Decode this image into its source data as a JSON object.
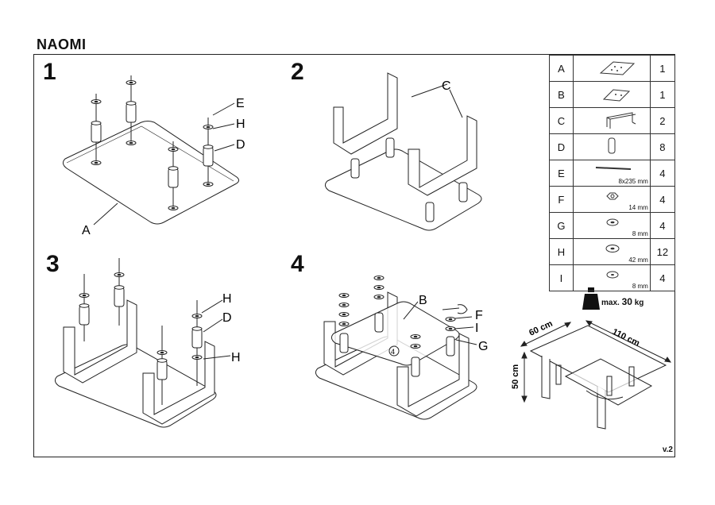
{
  "title": "NAOMI",
  "version": "v.2",
  "steps": [
    "1",
    "2",
    "3",
    "4"
  ],
  "step_labels": {
    "s1": [
      "E",
      "H",
      "D",
      "A"
    ],
    "s2": [
      "C"
    ],
    "s3": [
      "H",
      "D",
      "H"
    ],
    "s4": [
      "B",
      "F",
      "I",
      "G",
      "4"
    ]
  },
  "parts": [
    {
      "letter": "A",
      "size": "",
      "qty": "1",
      "icon": "glass-top-icon"
    },
    {
      "letter": "B",
      "size": "",
      "qty": "1",
      "icon": "glass-shelf-icon"
    },
    {
      "letter": "C",
      "size": "",
      "qty": "2",
      "icon": "leg-frame-icon"
    },
    {
      "letter": "D",
      "size": "",
      "qty": "8",
      "icon": "sleeve-icon"
    },
    {
      "letter": "E",
      "size": "8x235 mm",
      "qty": "4",
      "icon": "threaded-rod-icon"
    },
    {
      "letter": "F",
      "size": "14 mm",
      "qty": "4",
      "icon": "nut-icon"
    },
    {
      "letter": "G",
      "size": "8 mm",
      "qty": "4",
      "icon": "washer-icon"
    },
    {
      "letter": "H",
      "size": "42 mm",
      "qty": "12",
      "icon": "large-washer-icon"
    },
    {
      "letter": "I",
      "size": "8 mm",
      "qty": "4",
      "icon": "small-washer-icon"
    }
  ],
  "max_load": {
    "prefix": "max.",
    "value": "30",
    "unit": "kg"
  },
  "dimensions": {
    "depth": "60 cm",
    "width": "110 cm",
    "height": "50 cm"
  }
}
